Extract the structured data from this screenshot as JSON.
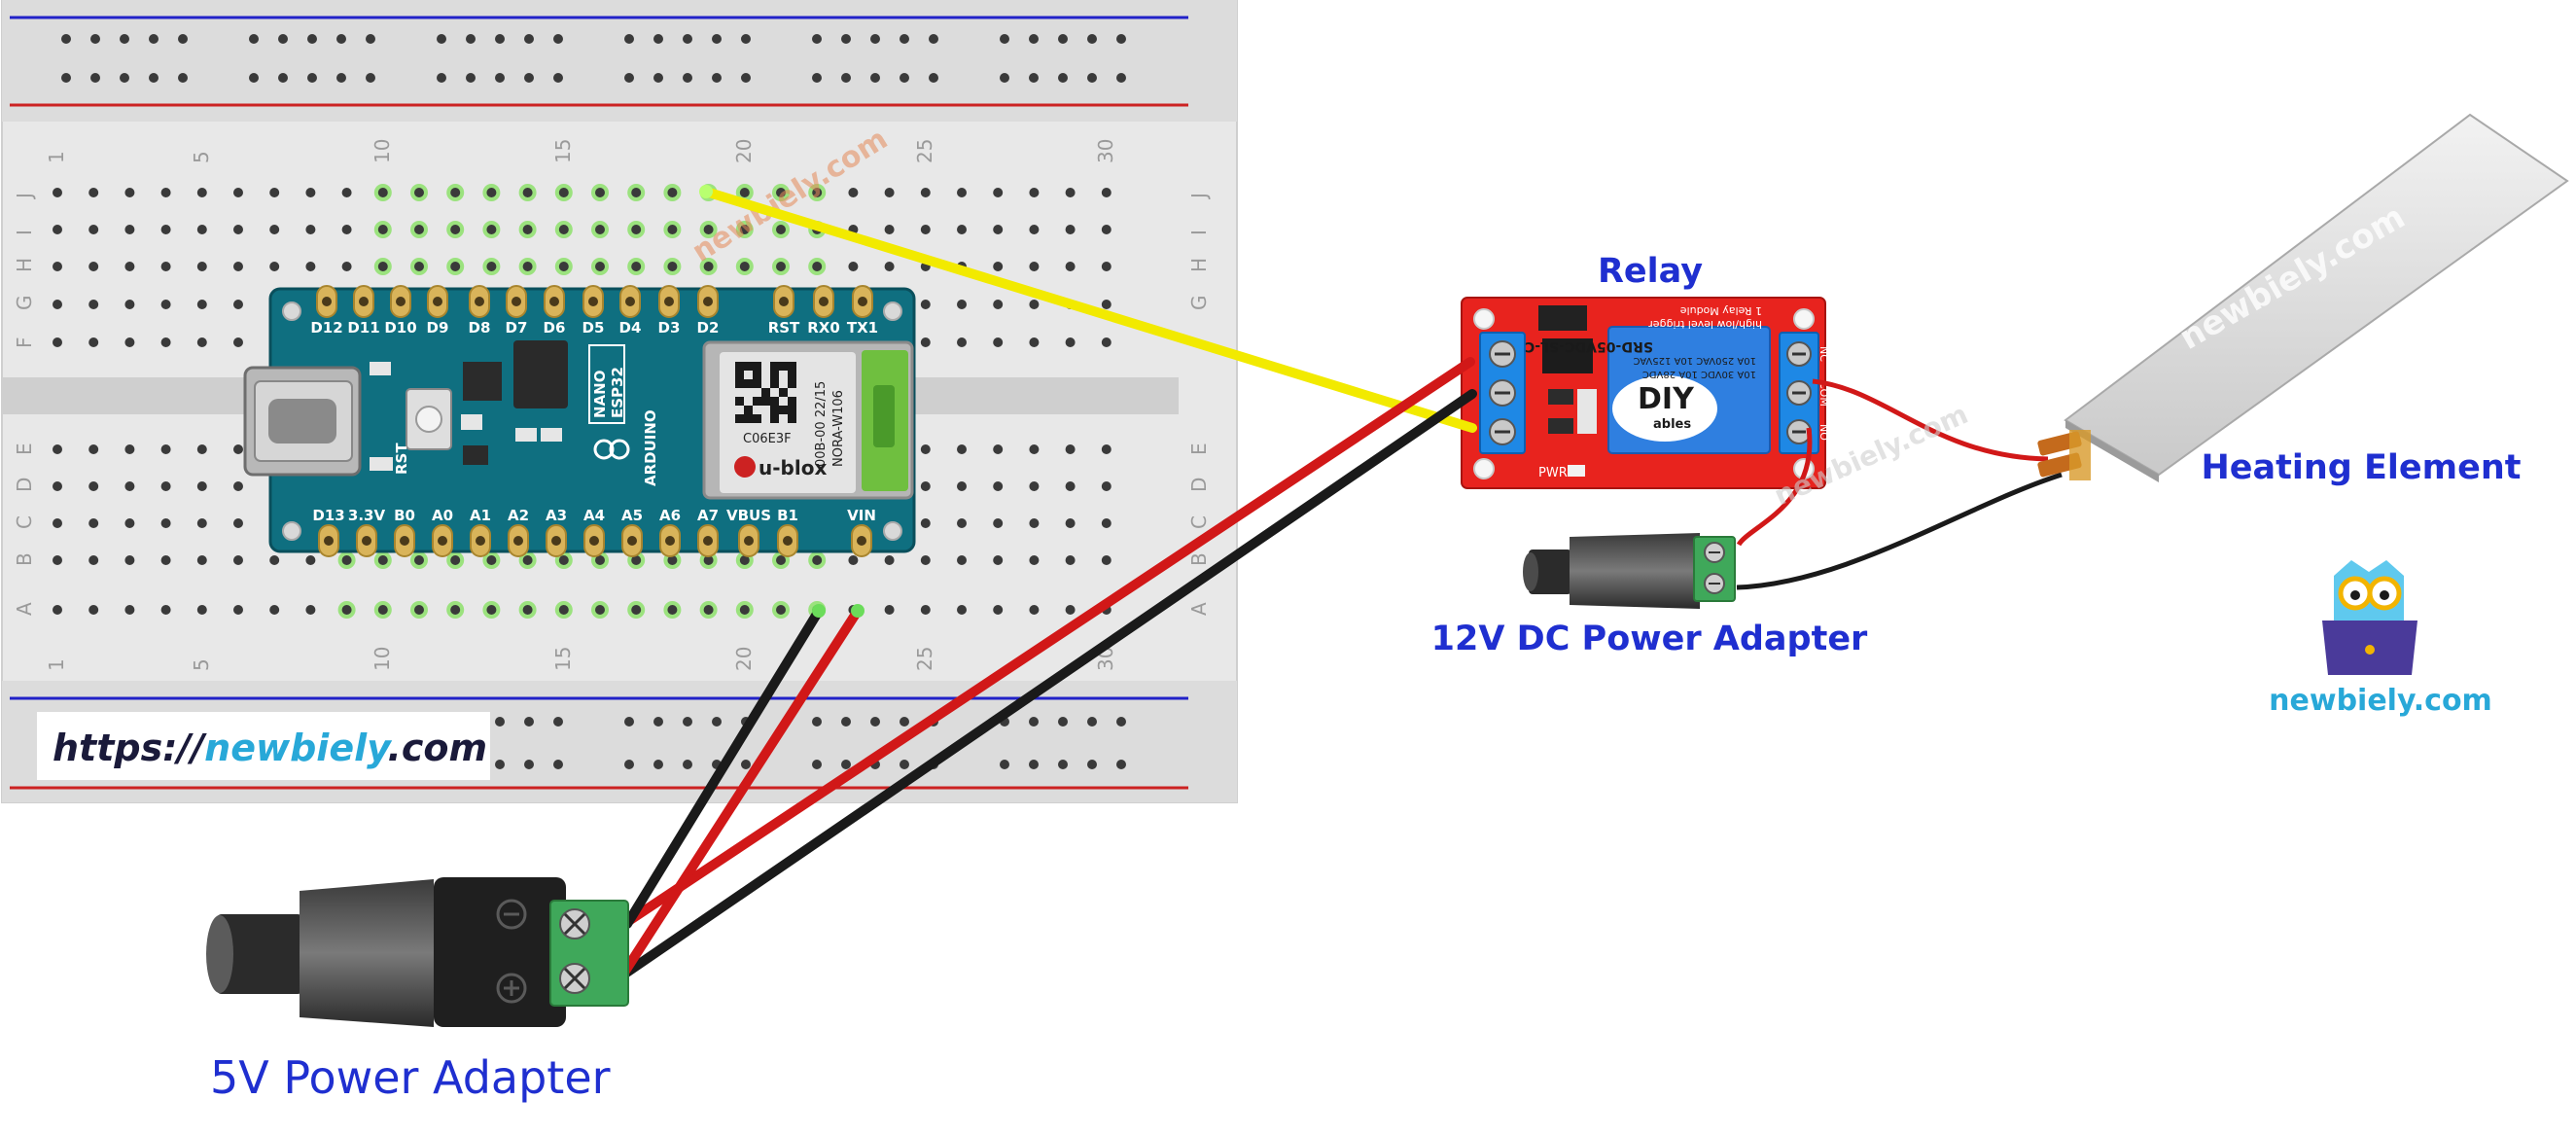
{
  "labels": {
    "relay": "Relay",
    "heating_element": "Heating Element",
    "dc12": "12V DC Power Adapter",
    "dc5": "5V Power Adapter",
    "brand": "newbiely.com",
    "url_prefix": "https://",
    "url_brand": "newbiely",
    "url_suffix": ".com",
    "watermark": "newbiely.com"
  },
  "breadboard": {
    "column_numbers": [
      "1",
      "5",
      "10",
      "15",
      "20",
      "25",
      "30"
    ],
    "rows_top": [
      "J",
      "I",
      "H",
      "G",
      "F"
    ],
    "rows_bottom": [
      "E",
      "D",
      "C",
      "B",
      "A"
    ]
  },
  "board": {
    "top_pins": [
      "D12",
      "D11",
      "D10",
      "D9",
      "D8",
      "D7",
      "D6",
      "D5",
      "D4",
      "D3",
      "D2",
      "RST",
      "RX0",
      "TX1"
    ],
    "bottom_pins": [
      "D13",
      "3.3V",
      "B0",
      "A0",
      "A1",
      "A2",
      "A3",
      "A4",
      "A5",
      "A6",
      "A7",
      "VBUS",
      "B1",
      "VIN"
    ],
    "rst_label": "RST",
    "nano": "NANO",
    "esp32": "ESP32",
    "arduino": "ARDUINO",
    "module_code": "C06E3F",
    "module_line1": "00B-00 22/15",
    "module_line2": "NORA-W106",
    "ublox": "u-blox"
  },
  "relay_module": {
    "title_line1": "1 Relay Module",
    "title_line2": "high/low level trigger",
    "relay_model": "SRD-05VDC-SL-C",
    "relay_rating1": "10A 250VAC 10A 125VAC",
    "relay_rating2": "10A 30VDC 10A 28VDC",
    "logo_top": "DIY",
    "logo_bottom": "ables",
    "nc": "NC",
    "com": "COM",
    "no": "NO",
    "pwr": "PWR"
  },
  "colors": {
    "label_blue": "#1f2fd0",
    "brand_cyan": "#28a8d8",
    "board_teal": "#0f6f80",
    "relay_red": "#e8231e",
    "terminal_blue": "#1e88e5",
    "wire_red": "#d11818",
    "wire_black": "#1a1a1a",
    "wire_yellow": "#f2ea00"
  }
}
